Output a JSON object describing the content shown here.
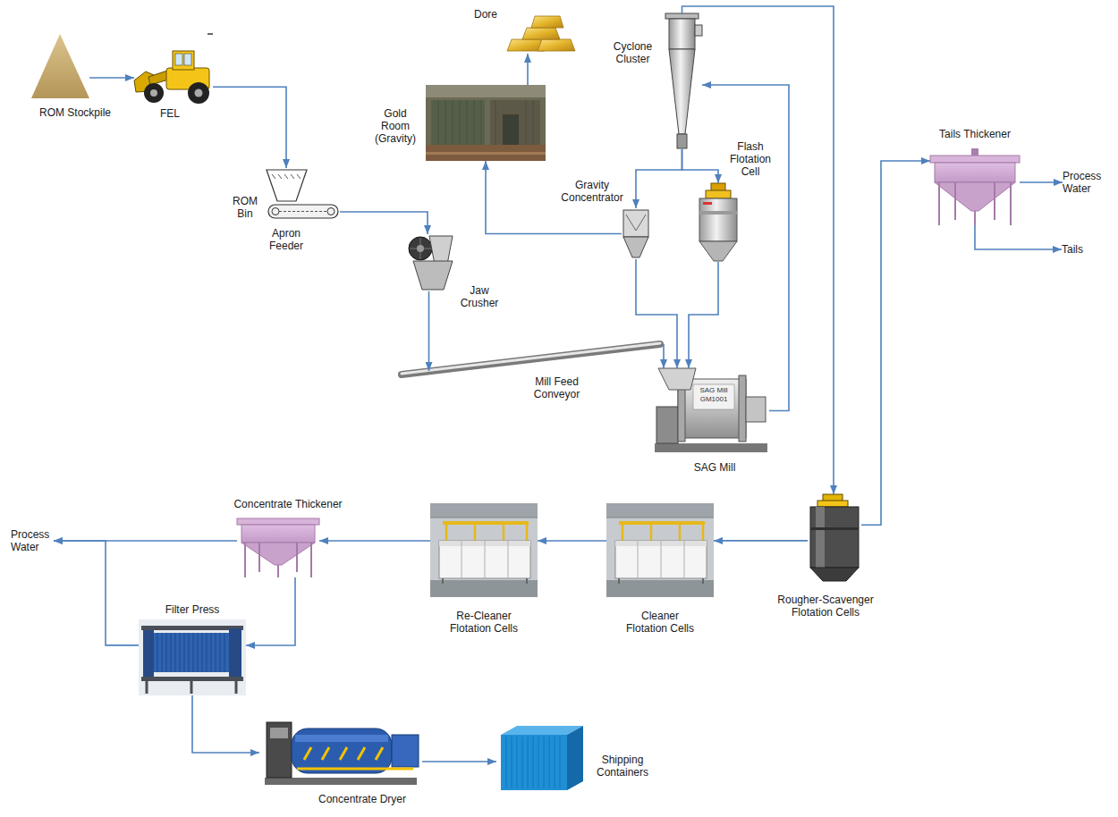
{
  "diagram": {
    "nodes": [
      {
        "text": [
          "ROM Stockpile"
        ]
      },
      {
        "text": [
          "FEL"
        ]
      },
      {
        "text": [
          "Dore"
        ]
      },
      {
        "text": [
          "Gold Room (Gravity)"
        ]
      },
      {
        "text": [
          "Cyclone Cluster"
        ]
      },
      {
        "text": [
          "Gravity Concentrator"
        ]
      },
      {
        "text": [
          "Flash Flotation Cell"
        ]
      },
      {
        "text": [
          "ROM Bin"
        ]
      },
      {
        "text": [
          "Apron Feeder"
        ]
      },
      {
        "text": [
          "Jaw Crusher"
        ]
      },
      {
        "text": [
          "Mill Feed Conveyor"
        ]
      },
      {
        "text": [
          "SAG Mill"
        ]
      },
      {
        "text": [
          "Tails Thickener"
        ]
      },
      {
        "text": [
          "Process Water"
        ]
      },
      {
        "text": [
          "Tails"
        ]
      },
      {
        "text": [
          "Rougher-Scavenger Flotation Cells"
        ]
      },
      {
        "text": [
          "Cleaner Flotation Cells"
        ]
      },
      {
        "text": [
          "Re-Cleaner Flotation Cells"
        ]
      },
      {
        "text": [
          "Concentrate Thickener"
        ]
      },
      {
        "text": [
          "Process Water"
        ]
      },
      {
        "text": [
          "Filter Press"
        ]
      },
      {
        "text": [
          "Concentrate Dryer"
        ]
      },
      {
        "text": [
          "Shipping Containers"
        ]
      }
    ],
    "edges": [
      {
        "from": 0,
        "to": 1,
        "arrow": "to"
      },
      {
        "from": 1,
        "to": 7,
        "arrow": "to"
      },
      {
        "from": 8,
        "to": 9,
        "arrow": "to"
      },
      {
        "from": 9,
        "to": 10,
        "arrow": "to"
      },
      {
        "from": 10,
        "to": 11,
        "arrow": "to"
      },
      {
        "from": 11,
        "to": 4,
        "arrow": "to"
      },
      {
        "from": 4,
        "to": 5,
        "arrow": "to"
      },
      {
        "from": 4,
        "to": 6,
        "arrow": "to"
      },
      {
        "from": 5,
        "to": 3,
        "arrow": "to"
      },
      {
        "from": 3,
        "to": 2,
        "arrow": "to"
      },
      {
        "from": 5,
        "to": 11,
        "arrow": "to"
      },
      {
        "from": 6,
        "to": 11,
        "arrow": "to"
      },
      {
        "from": 4,
        "to": 15,
        "arrow": "to"
      },
      {
        "from": 15,
        "to": 12,
        "arrow": "to"
      },
      {
        "from": 12,
        "to": 13,
        "arrow": "to"
      },
      {
        "from": 12,
        "to": 14,
        "arrow": "to"
      },
      {
        "from": 15,
        "to": 16,
        "arrow": "to"
      },
      {
        "from": 16,
        "to": 17,
        "arrow": "to"
      },
      {
        "from": 17,
        "to": 18,
        "arrow": "to"
      },
      {
        "from": 18,
        "to": 19,
        "arrow": "to"
      },
      {
        "from": 18,
        "to": 20,
        "arrow": "to"
      },
      {
        "from": 20,
        "to": 19,
        "arrow": "to"
      },
      {
        "from": 20,
        "to": 21,
        "arrow": "to"
      },
      {
        "from": 21,
        "to": 22,
        "arrow": "to"
      }
    ],
    "labels": [
      "SAG Mill GM1001"
    ]
  }
}
